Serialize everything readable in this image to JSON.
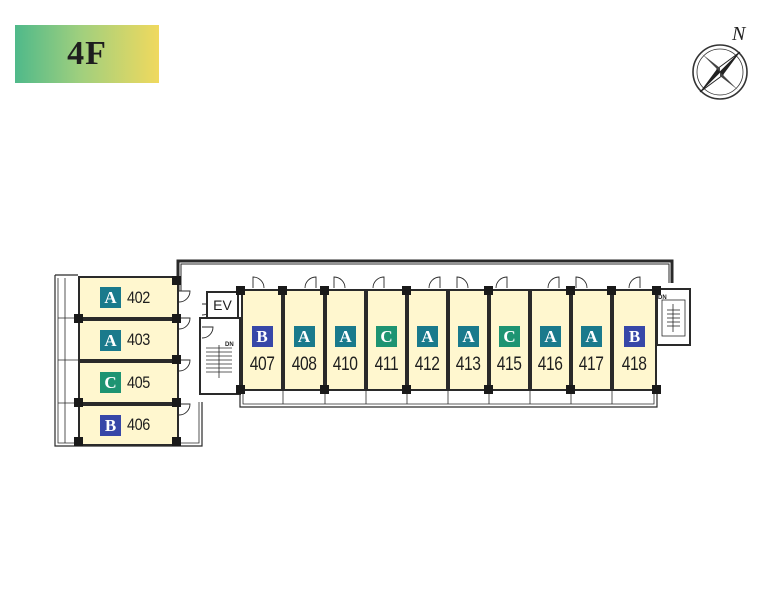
{
  "floor_label": "4F",
  "compass": {
    "north_label": "N",
    "icon": "compass-rose-icon"
  },
  "elevator_label": "EV",
  "stair_labels": {
    "west": "DN",
    "east": "DN"
  },
  "type_colors": {
    "A": "#1a7a8c",
    "B": "#3747a8",
    "C": "#1e9472"
  },
  "unit_fill": "#fff7cf",
  "west_units": [
    {
      "number": "402",
      "type": "A"
    },
    {
      "number": "403",
      "type": "A"
    },
    {
      "number": "405",
      "type": "C"
    },
    {
      "number": "406",
      "type": "B"
    }
  ],
  "south_units": [
    {
      "number": "407",
      "type": "B"
    },
    {
      "number": "408",
      "type": "A"
    },
    {
      "number": "410",
      "type": "A"
    },
    {
      "number": "411",
      "type": "C"
    },
    {
      "number": "412",
      "type": "A"
    },
    {
      "number": "413",
      "type": "A"
    },
    {
      "number": "415",
      "type": "C"
    },
    {
      "number": "416",
      "type": "A"
    },
    {
      "number": "417",
      "type": "A"
    },
    {
      "number": "418",
      "type": "B"
    }
  ]
}
